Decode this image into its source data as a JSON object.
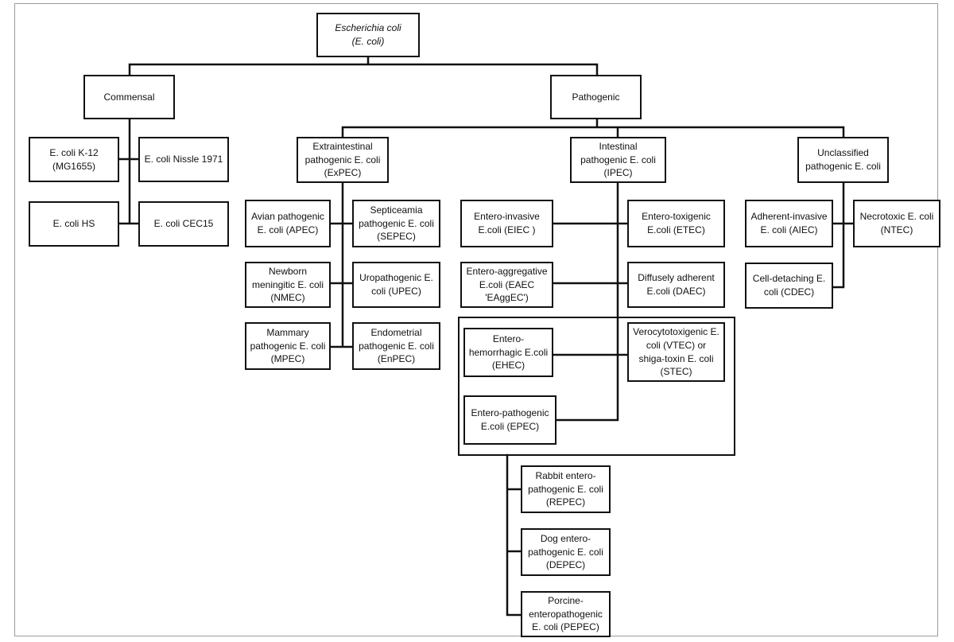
{
  "diagram": {
    "root": {
      "line1": "Escherichia coli",
      "line2": "(E. coli)"
    },
    "commensal": {
      "label": "Commensal",
      "k12": "E. coli K-12 (MG1655)",
      "nissle": "E. coli Nissle 1971",
      "hs": "E. coli HS",
      "cec15": "E. coli CEC15"
    },
    "pathogenic": {
      "label": "Pathogenic",
      "expec": {
        "label": "Extraintestinal pathogenic E. coli (ExPEC)",
        "apec": "Avian pathogenic E. coli (APEC)",
        "sepec": "Septiceamia pathogenic E. coli (SEPEC)",
        "nmec": "Newborn meningitic E. coli (NMEC)",
        "upec": "Uropathogenic E. coli (UPEC)",
        "mpec": "Mammary pathogenic E. coli (MPEC)",
        "enpec": "Endometrial pathogenic E. coli (EnPEC)"
      },
      "ipec": {
        "label": "Intestinal pathogenic E. coli (IPEC)",
        "eiec": "Entero-invasive E.coli (EIEC )",
        "etec": "Entero-toxigenic E.coli (ETEC)",
        "eaec": "Entero-aggregative E.coli (EAEC 'EAggEC')",
        "daec": "Diffusely adherent E.coli (DAEC)",
        "ehec": "Entero-hemorrhagic E.coli (EHEC)",
        "vtec": "Verocytotoxigenic E. coli (VTEC) or shiga-toxin E. coli (STEC)",
        "epec": "Entero-pathogenic E.coli (EPEC)",
        "repec": "Rabbit entero-pathogenic E. coli (REPEC)",
        "depec": "Dog entero-pathogenic E. coli (DEPEC)",
        "pepec": "Porcine-enteropathogenic E. coli (PEPEC)"
      },
      "unclassified": {
        "label": "Unclassified pathogenic E. coli",
        "aiec": "Adherent-invasive E. coli (AIEC)",
        "ntec": "Necrotoxic E. coli (NTEC)",
        "cdec": "Cell-detaching E. coli (CDEC)"
      }
    }
  }
}
